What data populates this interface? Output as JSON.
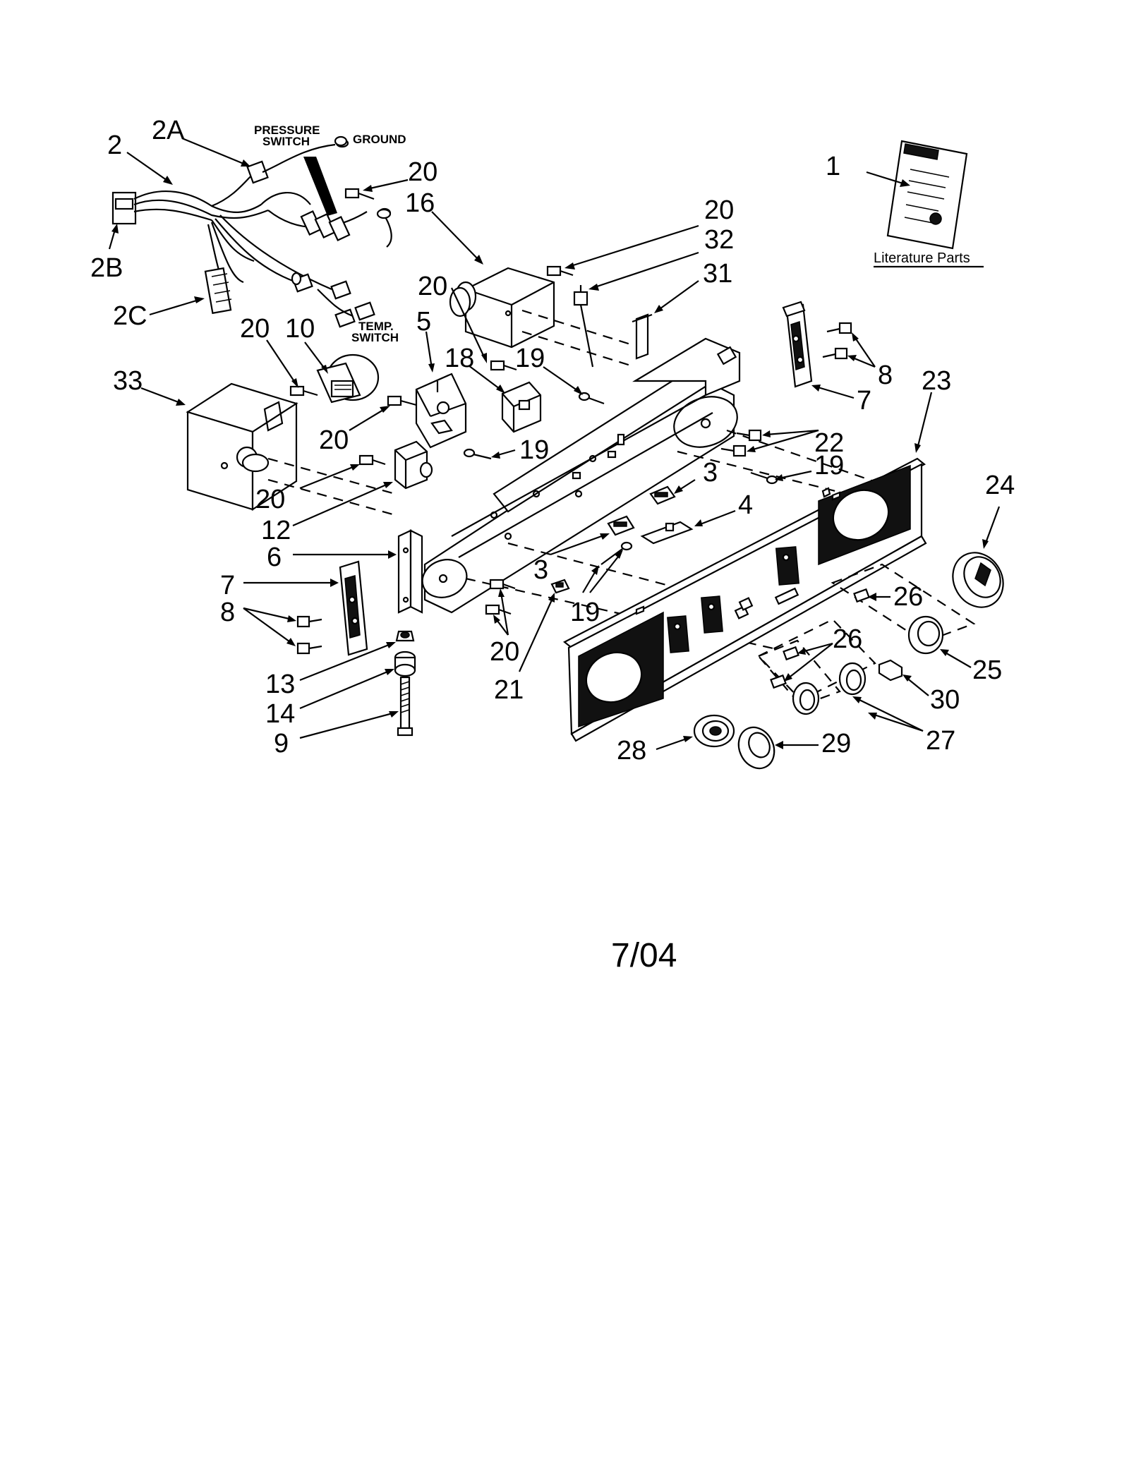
{
  "callouts": {
    "c1": "1",
    "c2": "2",
    "c2a": "2A",
    "c2b": "2B",
    "c2c": "2C",
    "c3a": "3",
    "c3b": "3",
    "c4": "4",
    "c5": "5",
    "c6": "6",
    "c7a": "7",
    "c7b": "7",
    "c8a": "8",
    "c8b": "8",
    "c9": "9",
    "c10": "10",
    "c12": "12",
    "c13": "13",
    "c14": "14",
    "c16": "16",
    "c18": "18",
    "c19a": "19",
    "c19b": "19",
    "c19c": "19",
    "c19d": "19",
    "c20a": "20",
    "c20b": "20",
    "c20c": "20",
    "c20d": "20",
    "c20e": "20",
    "c20f": "20",
    "c20g": "20",
    "c21": "21",
    "c22": "22",
    "c23": "23",
    "c24": "24",
    "c25": "25",
    "c26a": "26",
    "c26b": "26",
    "c27": "27",
    "c28": "28",
    "c29": "29",
    "c30": "30",
    "c31": "31",
    "c32": "32",
    "c33": "33"
  },
  "labels": {
    "pressure_line1": "PRESSURE",
    "pressure_line2": "SWITCH",
    "ground": "GROUND",
    "temp_line1": "TEMP.",
    "temp_line2": "SWITCH",
    "literature": "Literature Parts"
  },
  "footer": {
    "date": "7/04"
  }
}
